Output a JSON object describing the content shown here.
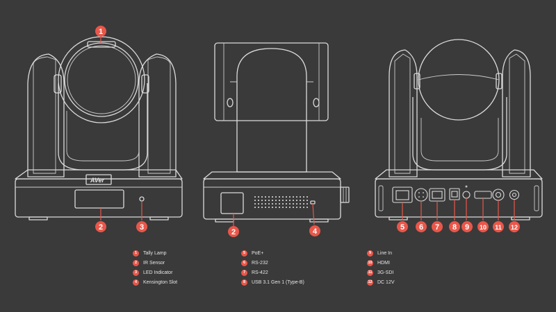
{
  "brand_logo": "AVer",
  "callouts": [
    "1",
    "2",
    "3",
    "4",
    "5",
    "6",
    "7",
    "8",
    "9",
    "10",
    "11",
    "12"
  ],
  "legend": {
    "column1": [
      {
        "num": "1",
        "label": "Tally Lamp"
      },
      {
        "num": "2",
        "label": "IR Sensor"
      },
      {
        "num": "3",
        "label": "LED Indicator"
      },
      {
        "num": "4",
        "label": "Kensington Slot"
      }
    ],
    "column2": [
      {
        "num": "5",
        "label": "PoE+"
      },
      {
        "num": "6",
        "label": "RS-232"
      },
      {
        "num": "7",
        "label": "RS-422"
      },
      {
        "num": "8",
        "label": "USB 3.1 Gen 1 (Type-B)"
      }
    ],
    "column3": [
      {
        "num": "9",
        "label": "Line In"
      },
      {
        "num": "10",
        "label": "HDMI"
      },
      {
        "num": "11",
        "label": "3G-SDI"
      },
      {
        "num": "12",
        "label": "DC 12V"
      }
    ]
  },
  "colors": {
    "background": "#3a3a3a",
    "accent": "#e8574a",
    "line": "#dcdcdc"
  }
}
